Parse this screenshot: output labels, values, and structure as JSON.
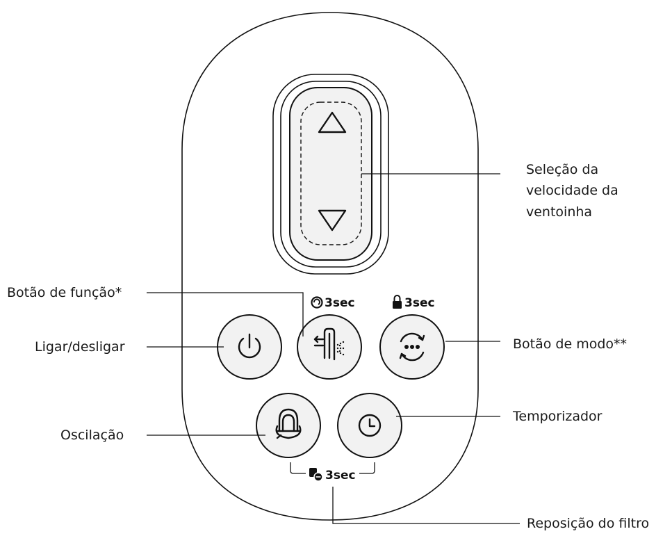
{
  "labels": {
    "fan_speed_line1": "Seleção da",
    "fan_speed_line2": "velocidade da",
    "fan_speed_line3": "ventoinha",
    "function_button": "Botão de função*",
    "power": "Ligar/desligar",
    "mode_button": "Botão de modo**",
    "oscillation": "Oscilação",
    "timer": "Temporizador",
    "filter_reset": "Reposição do filtro"
  },
  "hints": {
    "function_hold": "3sec",
    "mode_hold": "3sec",
    "filter_hold": "3sec"
  },
  "icons": {
    "speed_up": "triangle-up-icon",
    "speed_down": "triangle-down-icon",
    "power": "power-icon",
    "function": "mist-icon",
    "mode": "mode-cycle-icon",
    "oscillation": "oscillation-icon",
    "timer": "clock-icon",
    "swirl": "swirl-icon",
    "lock": "lock-icon",
    "filter": "filter-icon"
  }
}
